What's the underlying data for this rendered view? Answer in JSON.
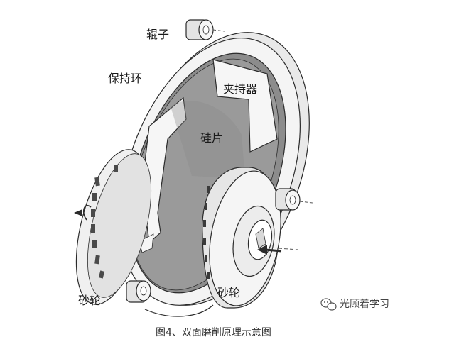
{
  "labels": {
    "roller": "辊子",
    "retaining_ring": "保持环",
    "holder": "夹持器",
    "wafer": "硅片",
    "grinding_wheel_left": "砂轮",
    "grinding_wheel_right": "砂轮"
  },
  "caption": "图4、双面磨削原理示意图",
  "watermark": {
    "text": "光顾着学习",
    "icon": "wechat-icon"
  },
  "colors": {
    "plate_gray": "#8c8c8c",
    "wheel_white": "#f2f2f2",
    "outline": "#2b2b2b"
  }
}
